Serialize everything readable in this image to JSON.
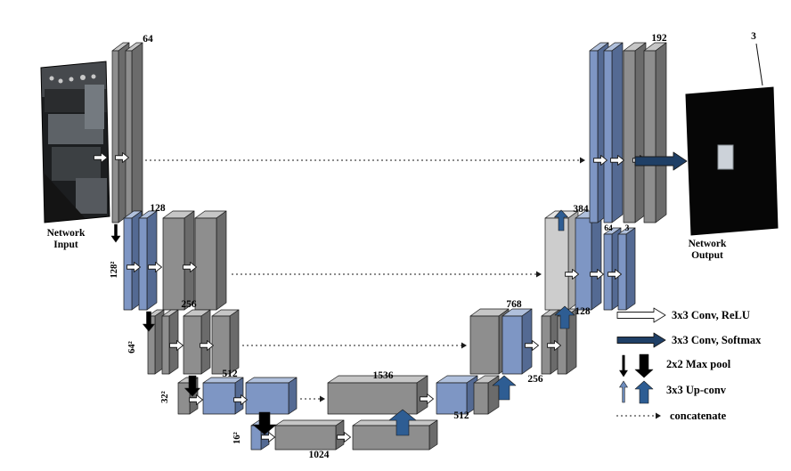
{
  "diagram": {
    "input_caption_line1": "Network",
    "input_caption_line2": "Input",
    "output_caption_line1": "Network",
    "output_caption_line2": "Output",
    "channels": {
      "enc1": "64",
      "enc2": "128",
      "enc3": "256",
      "enc4": "512",
      "bottleneck": "1024",
      "dec4_concat": "1536",
      "dec4_out": "512",
      "dec3_concat": "768",
      "dec3_out": "256",
      "dec2_concat": "384",
      "dec2_out": "128",
      "dec2_conv": "64",
      "dec2_final": "3",
      "dec1_concat": "192",
      "output": "3"
    },
    "sizes": {
      "level2": "128²",
      "level3": "64²",
      "level4": "32²",
      "level5": "16²"
    }
  },
  "legend": {
    "items": [
      {
        "icon": "conv-relu-right-arrow",
        "label": "3x3 Conv, ReLU"
      },
      {
        "icon": "conv-softmax-right-arrow",
        "label": "3x3 Conv, Softmax"
      },
      {
        "icon": "max-pool-down-arrow",
        "label": "2x2 Max pool"
      },
      {
        "icon": "up-conv-up-arrow",
        "label": "3x3 Up-conv"
      },
      {
        "icon": "concatenate-dotted-arrow",
        "label": "concatenate"
      }
    ]
  },
  "colors": {
    "outline": "#1a1a1a",
    "gray_front": "#8e8e8e",
    "gray_top": "#c6c6c6",
    "gray_side": "#6b6b6b",
    "blue_front": "#7e96c4",
    "blue_top": "#b0c0dc",
    "blue_side": "#546a93",
    "light_front": "#cdcdcd",
    "light_top": "#e3e3e3",
    "light_side": "#a9a9a9",
    "maxpool_black": "#000000",
    "upconv_blue": "#2e5d93",
    "upconv_light": "#6d8cbd",
    "softmax_blue": "#1f3f66",
    "conv_white": "#ffffff"
  }
}
